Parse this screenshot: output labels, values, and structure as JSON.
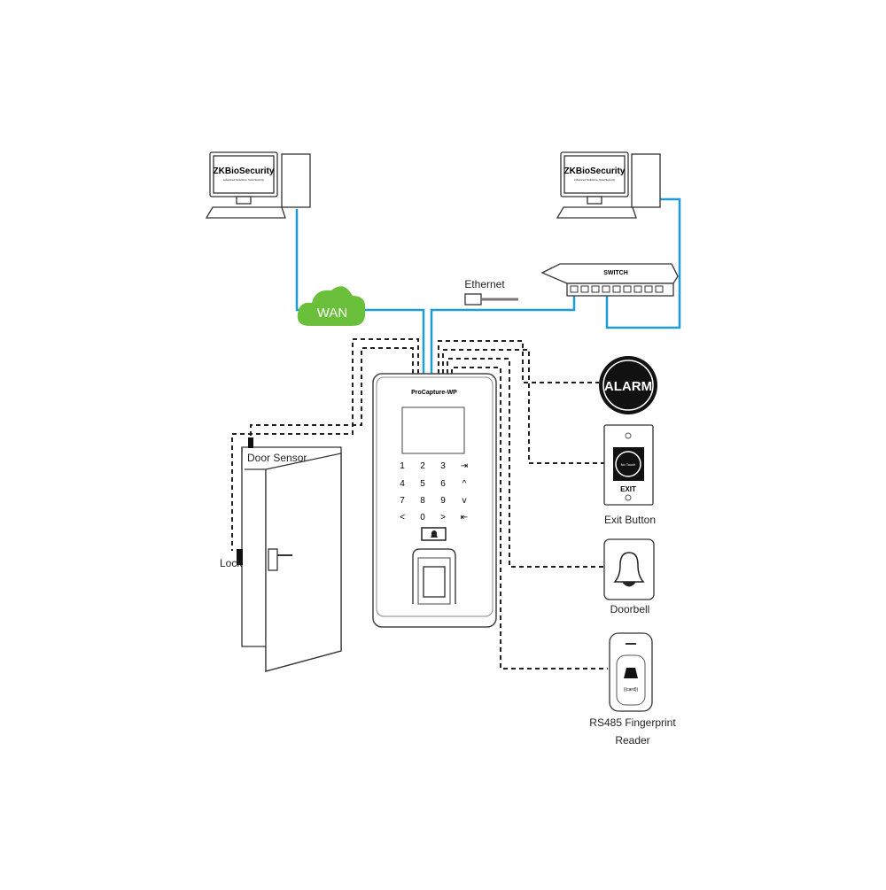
{
  "pc_left": {
    "brand": "ZKBioSecurity",
    "tagline": "Advanced Solutions, Total Security"
  },
  "pc_right": {
    "brand": "ZKBioSecurity",
    "tagline": "Advanced Solutions, Total Security"
  },
  "wan": "WAN",
  "switch": "SWITCH",
  "ethernet": "Ethernet",
  "device": {
    "model": "ProCapture-WP",
    "keys": [
      "1",
      "2",
      "3",
      "⇥",
      "4",
      "5",
      "6",
      "^",
      "7",
      "8",
      "9",
      "v",
      "<",
      "0",
      ">",
      "⇤"
    ]
  },
  "labels": {
    "door_sensor": "Door Sensor",
    "lock": "Lock",
    "alarm": "ALARM",
    "exit_button": "Exit Button",
    "exit": "EXIT",
    "no_touch": "No Touch",
    "doorbell": "Doorbell",
    "reader_line1": "RS485 Fingerprint",
    "reader_line2": "Reader",
    "card": "((card))"
  },
  "colors": {
    "network": "#1f9bd7",
    "wan": "#6abf3b"
  }
}
